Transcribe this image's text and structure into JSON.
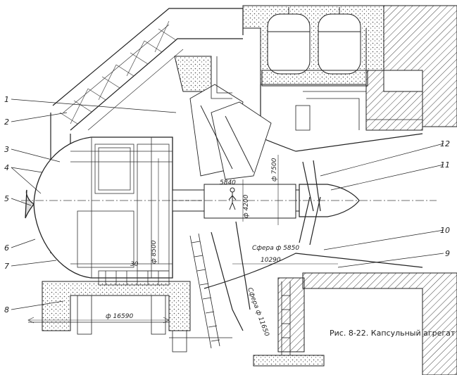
{
  "figure": {
    "caption": "Рис. 8-22. Капсульный агрегат",
    "callouts": [
      "1",
      "2",
      "3",
      "4",
      "5",
      "6",
      "7",
      "8",
      "9",
      "10",
      "11",
      "12"
    ],
    "dimensions": {
      "sphere_small": "Сфера ф 5850",
      "sphere_large": "Сфера ф 11650",
      "d_16590": "ф 16590",
      "d_8500": "ф 8500",
      "d_4200": "ф 4200",
      "d_7500": "ф 7500",
      "len_10290": "10290",
      "len_5840": "5840",
      "val_30": "30"
    }
  }
}
